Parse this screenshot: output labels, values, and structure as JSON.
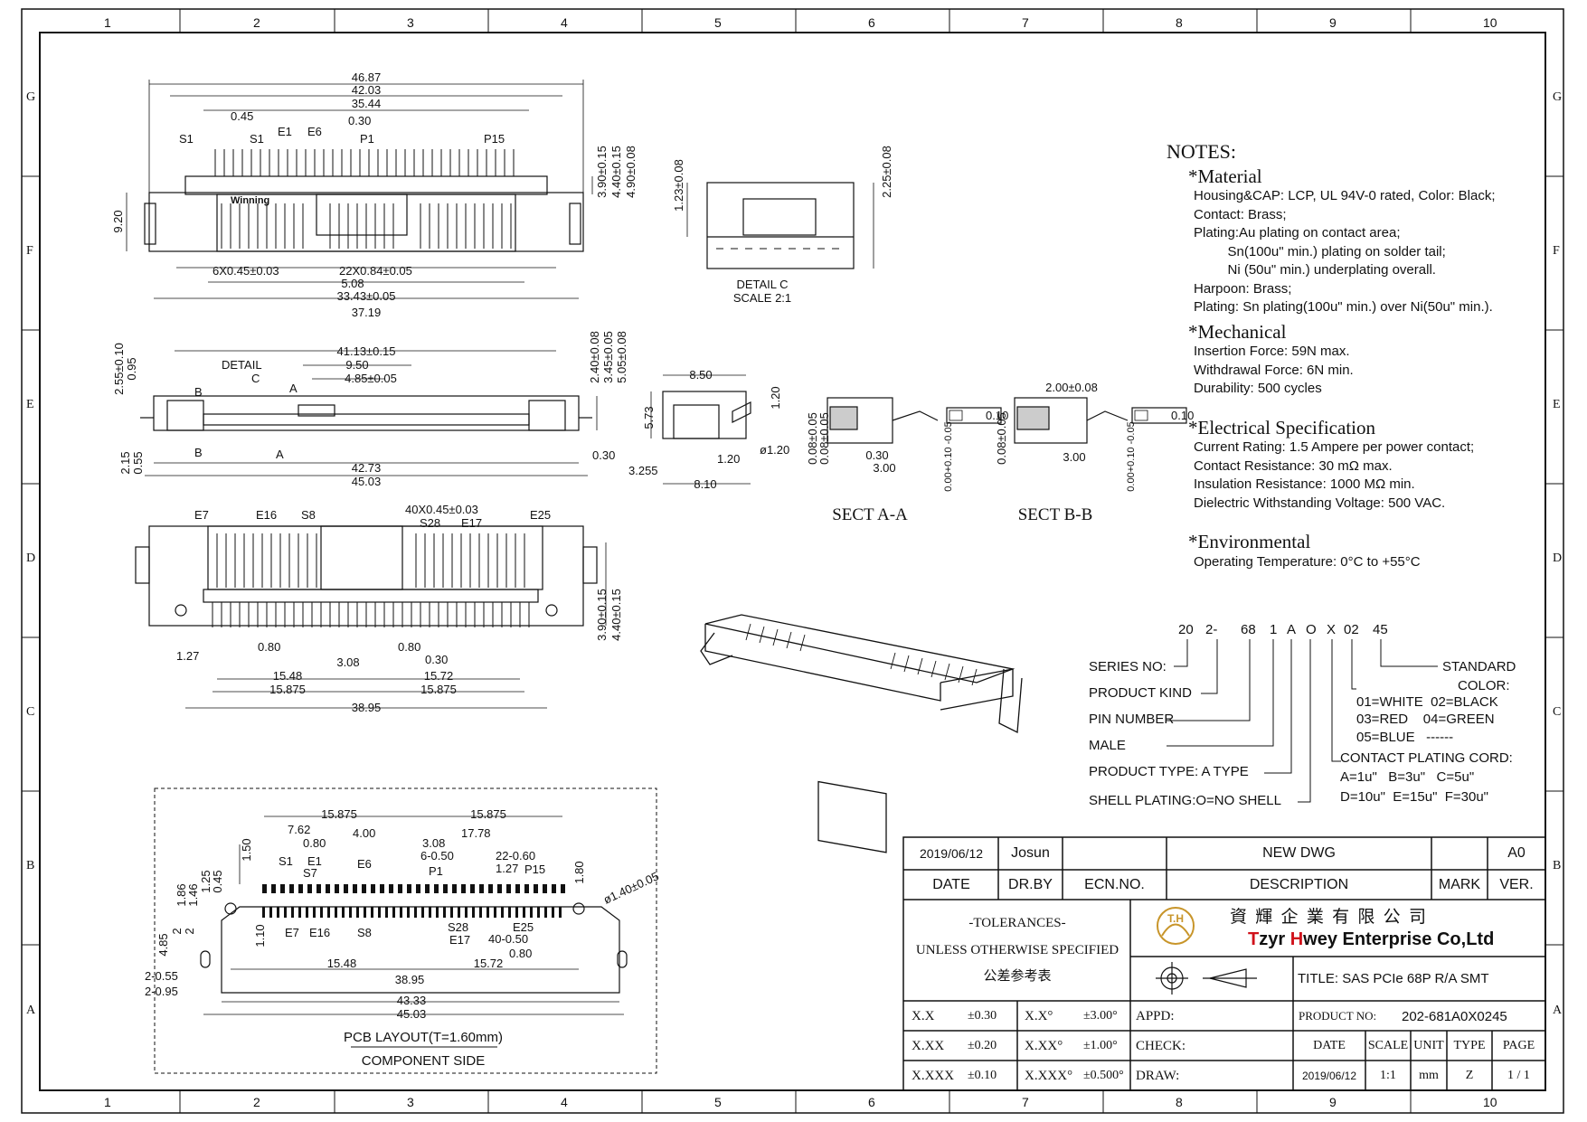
{
  "frame": {
    "col_numbers": [
      "1",
      "2",
      "3",
      "4",
      "5",
      "6",
      "7",
      "8",
      "9",
      "10"
    ],
    "row_letters": [
      "G",
      "F",
      "E",
      "D",
      "C",
      "B",
      "A"
    ]
  },
  "top_view": {
    "dims": [
      "46.87",
      "42.03",
      "35.44",
      "0.45",
      "0.30",
      "9.20",
      "3.90±0.15",
      "4.40±0.15",
      "4.90±0.08",
      "6X0.45±0.03",
      "22X0.84±0.05",
      "5.08",
      "33.43±0.05",
      "37.19"
    ],
    "labels": [
      "S1",
      "S1",
      "E1",
      "E6",
      "P1",
      "P15",
      "Winning"
    ]
  },
  "detail_c": {
    "dims": [
      "1.23±0.08",
      "2.25±0.08"
    ],
    "title": "DETAIL C",
    "scale": "SCALE 2:1"
  },
  "front_view": {
    "dims": [
      "41.13±0.15",
      "9.50",
      "4.85±0.05",
      "2.55±0.10",
      "0.95",
      "2.40±0.08",
      "3.45±0.05",
      "5.05±0.08",
      "2.15",
      "0.55",
      "42.73",
      "45.03",
      "0.30"
    ],
    "labels": [
      "DETAIL",
      "C",
      "A",
      "A",
      "B",
      "B"
    ]
  },
  "side_view": {
    "dims": [
      "8.50",
      "5.73",
      "1.20",
      "3.255",
      "1.20",
      "8.10",
      "ø1.20"
    ]
  },
  "sect_aa": {
    "title": "SECT A-A",
    "dims": [
      "0.08±0.05",
      "0.08±0.05",
      "0.30",
      "3.00",
      "0.00+0.10 -0.05",
      "0.10"
    ]
  },
  "sect_bb": {
    "title": "SECT B-B",
    "dims": [
      "2.00±0.08",
      "0.08±0.05",
      "3.00",
      "0.00+0.10 -0.05",
      "0.10"
    ]
  },
  "bottom_view": {
    "labels": [
      "E7",
      "E16",
      "S8",
      "S28",
      "E17",
      "E25"
    ],
    "dims": [
      "40X0.45±0.03",
      "1.27",
      "0.80",
      "3.08",
      "0.80",
      "0.30",
      "15.48",
      "15.72",
      "15.875",
      "15.875",
      "38.95",
      "3.90±0.15",
      "4.40±0.15"
    ]
  },
  "pcb_layout": {
    "dims": [
      "15.875",
      "15.875",
      "7.62",
      "0.80",
      "4.00",
      "17.78",
      "1.50",
      "3.08",
      "6-0.50",
      "22-0.60",
      "1.27",
      "1.80",
      "1.86",
      "1.46",
      "1.25",
      "0.45",
      "ø1.40±0.05",
      "4.85",
      "2",
      "2",
      "1.10",
      "15.48",
      "38.95",
      "15.72",
      "40-0.50",
      "0.80",
      "2-0.55",
      "2-0.95",
      "43.33",
      "45.03"
    ],
    "labels": [
      "S1",
      "E1",
      "S7",
      "E6",
      "P1",
      "P15",
      "E7",
      "E16",
      "S8",
      "S28",
      "E17",
      "E25"
    ],
    "title": "PCB LAYOUT(T=1.60mm)",
    "subtitle": "COMPONENT SIDE"
  },
  "notes": {
    "title": "NOTES:",
    "material_title": "*Material",
    "material": [
      "Housing&CAP: LCP, UL 94V-0 rated, Color: Black;",
      "Contact: Brass;",
      "Plating:Au plating on contact area;",
      "         Sn(100u\" min.) plating on solder tail;",
      "         Ni (50u\" min.) underplating overall.",
      "Harpoon: Brass;",
      "Plating: Sn plating(100u\" min.) over Ni(50u\" min.)."
    ],
    "mechanical_title": "*Mechanical",
    "mechanical": [
      "Insertion Force: 59N max.",
      "Withdrawal Force: 6N min.",
      "Durability: 500 cycles"
    ],
    "electrical_title": "*Electrical Specification",
    "electrical": [
      "Current Rating: 1.5 Ampere per power contact;",
      "Contact Resistance: 30 mΩ max.",
      "Insulation Resistance: 1000 MΩ min.",
      "Dielectric Withstanding Voltage: 500 VAC."
    ],
    "environmental_title": "*Environmental",
    "environmental": [
      "Operating Temperature: 0°C to +55°C"
    ]
  },
  "part_number": {
    "segments": [
      "20",
      "2-",
      "68",
      "1",
      "A",
      "O",
      "X",
      "02",
      "45"
    ],
    "left_labels": [
      "SERIES NO:",
      "PRODUCT KIND",
      "PIN NUMBER",
      "MALE",
      "PRODUCT TYPE: A TYPE",
      "SHELL PLATING:O=NO SHELL"
    ],
    "standard": "STANDARD",
    "color_title": "COLOR:",
    "color_options": [
      "01=WHITE  02=BLACK",
      "03=RED    04=GREEN",
      "05=BLUE   ------"
    ],
    "plating_title": "CONTACT PLATING CORD:",
    "plating_options": [
      "A=1u\"   B=3u\"   C=5u\"",
      "D=10u\"  E=15u\"  F=30u\""
    ]
  },
  "title_block": {
    "rev_date": "2019/06/12",
    "rev_by": "Josun",
    "rev_desc": "NEW DWG",
    "rev_ver": "A0",
    "hdr_date": "DATE",
    "hdr_drby": "DR.BY",
    "hdr_ecn": "ECN.NO.",
    "hdr_desc": "DESCRIPTION",
    "hdr_mark": "MARK",
    "hdr_ver": "VER.",
    "tol_title": "-TOLERANCES-",
    "tol_sub": "UNLESS OTHERWISE SPECIFIED",
    "tol_cn": "公差参考表",
    "logo_text": "T.H",
    "company_cn": "資 輝 企 業 有 限 公 司",
    "company_t": "T",
    "company_zyr": "zyr ",
    "company_h": "H",
    "company_rest": "wey Enterprise Co,Ltd",
    "title_label": "TITLE:",
    "title_value": "SAS PCIe 68P R/A SMT",
    "tol_rows": [
      {
        "a": "X.X",
        "b": "±0.30",
        "c": "X.X°",
        "d": "±3.00°"
      },
      {
        "a": "X.XX",
        "b": "±0.20",
        "c": "X.XX°",
        "d": "±1.00°"
      },
      {
        "a": "X.XXX",
        "b": "±0.10",
        "c": "X.XXX°",
        "d": "±0.500°"
      }
    ],
    "appd": "APPD:",
    "check": "CHECK:",
    "draw": "DRAW:",
    "product_no_label": "PRODUCT NO:",
    "product_no": "202-681A0X0245",
    "col_date": "DATE",
    "col_scale": "SCALE",
    "col_unit": "UNIT",
    "col_type": "TYPE",
    "col_page": "PAGE",
    "val_date": "2019/06/12",
    "val_scale": "1:1",
    "val_unit": "mm",
    "val_type": "Z",
    "val_page": "1 / 1"
  },
  "colors": {
    "line": "#111111",
    "logo_gold": "#c8952a",
    "brand_red": "#d0121b"
  }
}
